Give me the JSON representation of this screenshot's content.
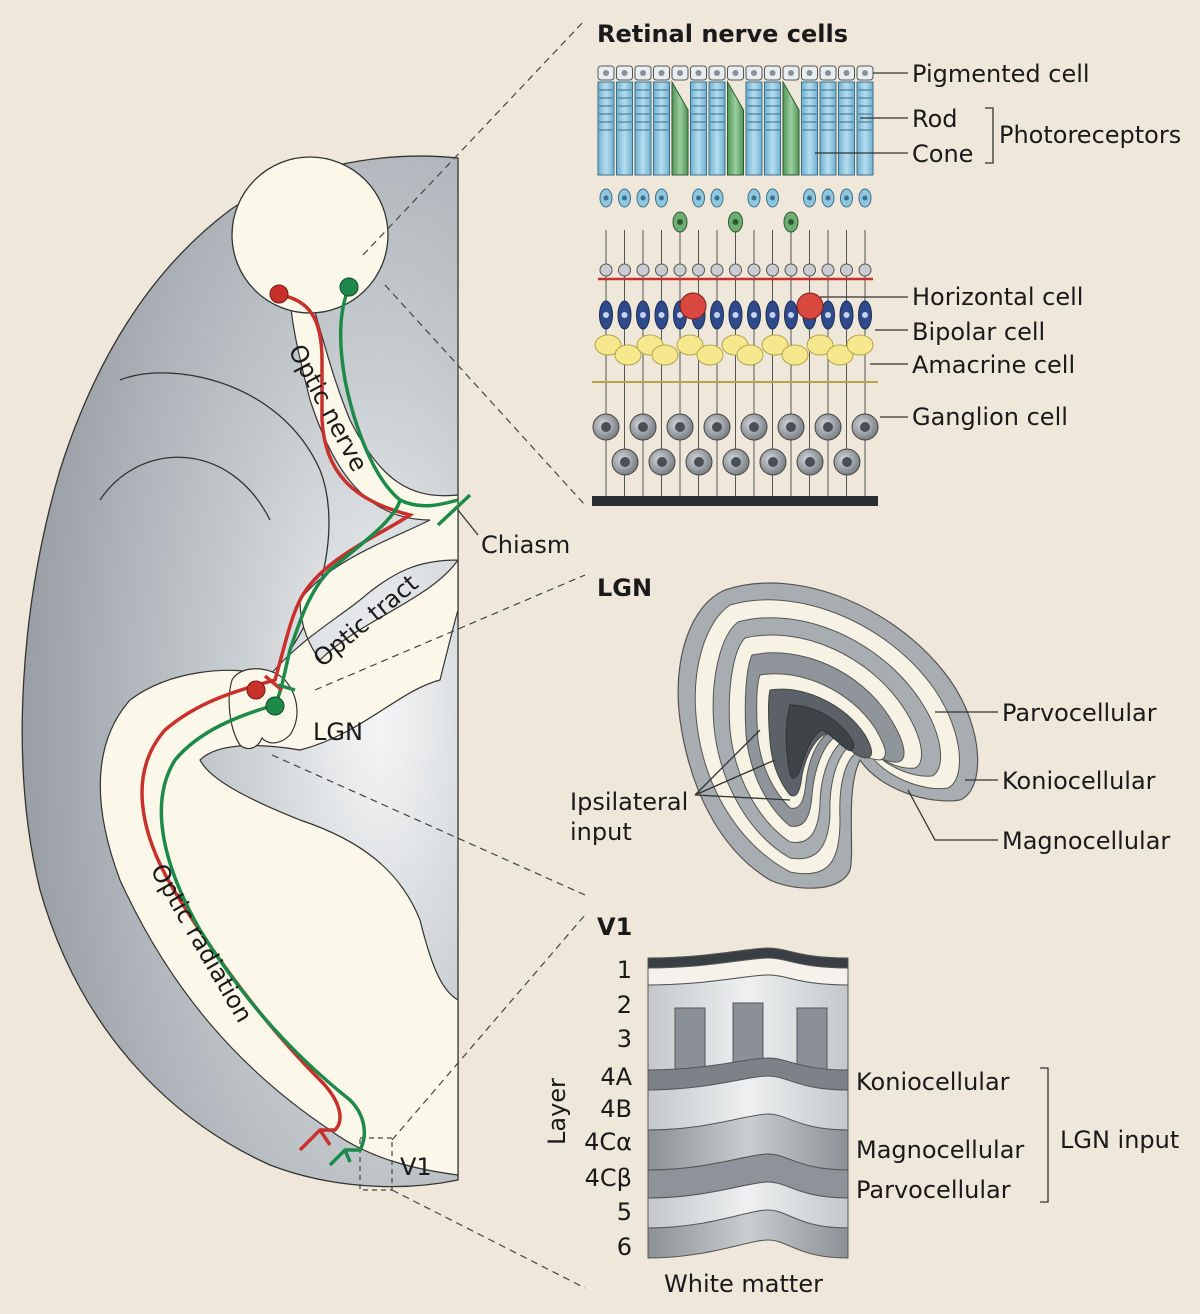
{
  "sections": {
    "retina_title": "Retinal nerve cells",
    "lgn_title": "LGN",
    "v1_title": "V1"
  },
  "brain_labels": {
    "optic_nerve": "Optic nerve",
    "chiasm": "Chiasm",
    "optic_tract": "Optic tract",
    "lgn": "LGN",
    "optic_radiation": "Optic radiation",
    "v1": "V1"
  },
  "retina_labels": {
    "pigmented": "Pigmented cell",
    "rod": "Rod",
    "cone": "Cone",
    "photoreceptors": "Photoreceptors",
    "horizontal": "Horizontal cell",
    "bipolar": "Bipolar cell",
    "amacrine": "Amacrine cell",
    "ganglion": "Ganglion cell"
  },
  "lgn_labels": {
    "parvo": "Parvocellular",
    "konio": "Koniocellular",
    "magno": "Magnocellular",
    "ipsi_line1": "Ipsilateral",
    "ipsi_line2": "input"
  },
  "v1_labels": {
    "layer_axis": "Layer",
    "layers": [
      "1",
      "2",
      "3",
      "4A",
      "4B",
      "4Cα",
      "4Cβ",
      "5",
      "6"
    ],
    "konio": "Koniocellular",
    "magno": "Magnocellular",
    "parvo": "Parvocellular",
    "lgn_input": "LGN input",
    "white_matter": "White matter"
  },
  "colors": {
    "background": "#efe8da",
    "brain_gray": "#a9aeb3",
    "pathway_cream": "#fbf8e9",
    "red_fiber": "#c8312b",
    "green_fiber": "#1e8a4a",
    "rod_blue": "#8fc6df",
    "cone_green": "#6fae73",
    "bipolar_navy": "#2f4a8a",
    "amacrine_yellow": "#f6e88c",
    "ganglion_gray": "#6b7076"
  }
}
